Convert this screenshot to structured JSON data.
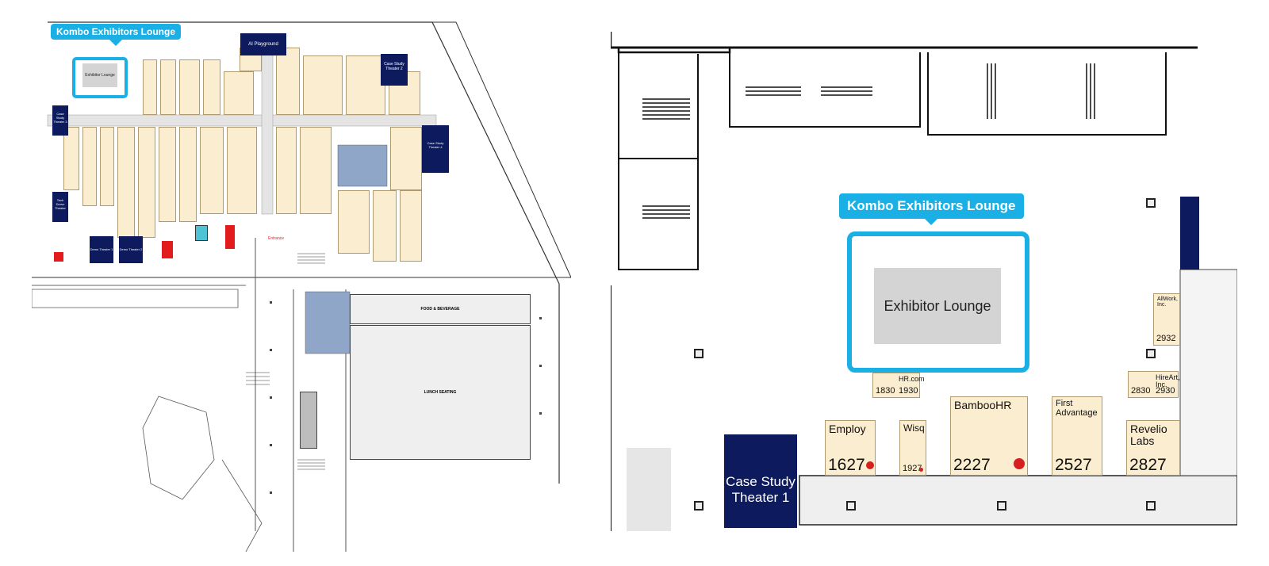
{
  "callout_left": "Kombo Exhibitors Lounge",
  "callout_right": "Kombo Exhibitors Lounge",
  "lounge_label_left": "Exhibitor Lounge",
  "lounge_label_right": "Exhibitor Lounge",
  "left_labels": {
    "ai_playground": "AI Playground",
    "case_study_2": "Case Study Theater 2",
    "case_study_3": "Case Study Theater 3",
    "case_study_4": "Case Study Theater 4",
    "tech_demo": "Tech Demo Theater",
    "demo_theater_1": "Demo Theater 1",
    "demo_theater_2": "Demo Theater 2",
    "food_beverage": "FOOD & BEVERAGE",
    "lunch_seating": "LUNCH SEATING",
    "entrance": "Entrance"
  },
  "right_booths": {
    "hrcom": {
      "name": "HR.com",
      "numbers": [
        "1830",
        "1930"
      ]
    },
    "hireart": {
      "name": "HireArt, Inc.",
      "numbers": [
        "2830",
        "2930"
      ]
    },
    "allwork": {
      "name": "AllWork, Inc.",
      "number": "2932"
    },
    "employ": {
      "name": "Employ",
      "number": "1627"
    },
    "wisq": {
      "name": "Wisq",
      "number": "1927"
    },
    "bamboohr": {
      "name": "BambooHR",
      "number": "2227"
    },
    "first_advantage": {
      "name": "First Advantage",
      "number": "2527"
    },
    "revelio": {
      "name": "Revelio Labs",
      "number": "2827"
    }
  },
  "case_study_theater_1": "Case Study Theater 1",
  "colors": {
    "highlight": "#1ab0e6",
    "booth_fill": "#fbedcf",
    "theater_navy": "#0d1b5e",
    "lounge_gray": "#d4d4d4"
  },
  "icons": [
    "column-icon",
    "red-badge-icon"
  ]
}
